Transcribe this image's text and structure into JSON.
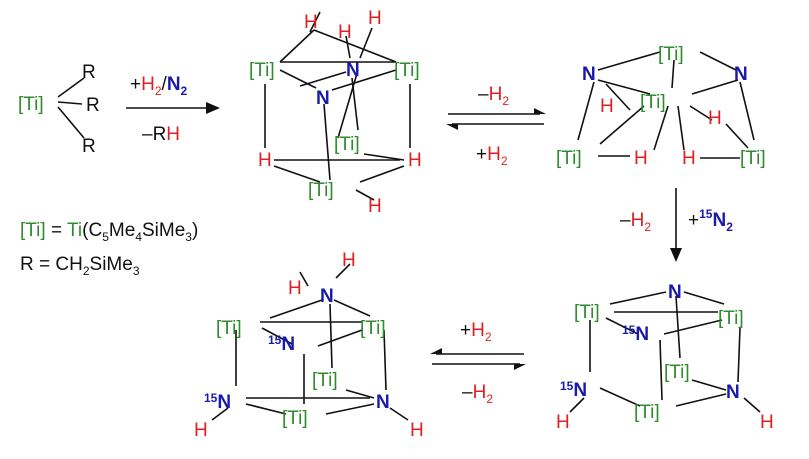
{
  "labels": {
    "ti": "[Ti]",
    "r": "R",
    "h": "H",
    "n": "N",
    "iso15": "15",
    "n15": "15N"
  },
  "arrows": {
    "a1_top_plus": "+",
    "a1_top_h2": "H",
    "a1_top_h2_sub": "2",
    "a1_top_slash": "/",
    "a1_top_n2": "N",
    "a1_top_n2_sub": "2",
    "a1_bottom_minus_r": "–R",
    "a1_bottom_h": "H",
    "a2_top_minus": "–",
    "a2_top_h": "H",
    "a2_top_sub": "2",
    "a2_bottom_plus": "+",
    "a2_bottom_h": "H",
    "a2_bottom_sub": "2",
    "a3_minus": "–",
    "a3_h": "H",
    "a3_sub": "2",
    "a3_plus": "+",
    "a3_iso": "15",
    "a3_n": "N",
    "a3_nsub": "2",
    "a4_top_plus": "+",
    "a4_top_h": "H",
    "a4_top_sub": "2",
    "a4_bottom_minus": "–",
    "a4_bottom_h": "H",
    "a4_bottom_sub": "2"
  },
  "legend": {
    "ti_def_left": "[Ti]",
    "ti_def_eq": " = ",
    "ti_def_ti": "Ti",
    "ti_def_rest_a": "(C",
    "ti_def_sub5": "5",
    "ti_def_me": "Me",
    "ti_def_sub4": "4",
    "ti_def_sime": "SiMe",
    "ti_def_sub3": "3",
    "ti_def_close": ")",
    "r_def": "R = CH",
    "r_sub2": "2",
    "r_sime": "SiMe",
    "r_sub3": "3"
  },
  "colors": {
    "ti": "#2e8b2e",
    "h": "#e02020",
    "n": "#1a1aa8",
    "bond": "#111111"
  }
}
